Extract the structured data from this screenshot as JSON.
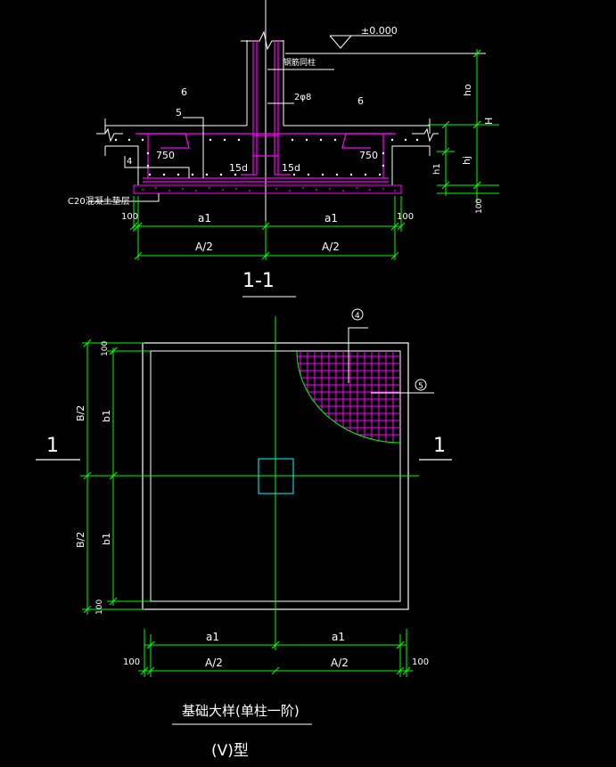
{
  "colors": {
    "background": "#000000",
    "white": "#ffffff",
    "green": "#00ff00",
    "magenta": "#ff00ff",
    "cyan": "#00ffff"
  },
  "section": {
    "elevation": "±0.000",
    "col_rebar_note": "钢筋同柱",
    "stirrup_note": "2φ8",
    "label_6": "6",
    "label_5": "5",
    "label_4": "4",
    "len_750": "750",
    "len_15d": "15d",
    "cushion_note": "C20混凝土垫层",
    "dim_100": "100",
    "dim_a1": "a1",
    "dim_A2": "A/2",
    "dim_ho": "ho",
    "dim_H": "H",
    "dim_h1": "h1",
    "dim_hj": "hj",
    "title": "1-1"
  },
  "plan": {
    "circle_4": "4",
    "circle_5": "5",
    "cut_mark": "1",
    "dim_100": "100",
    "dim_B2": "B/2",
    "dim_b1": "b1",
    "dim_a1": "a1",
    "dim_A2": "A/2"
  },
  "titles": {
    "main": "基础大样(单柱一阶)",
    "type": "(V)型"
  }
}
